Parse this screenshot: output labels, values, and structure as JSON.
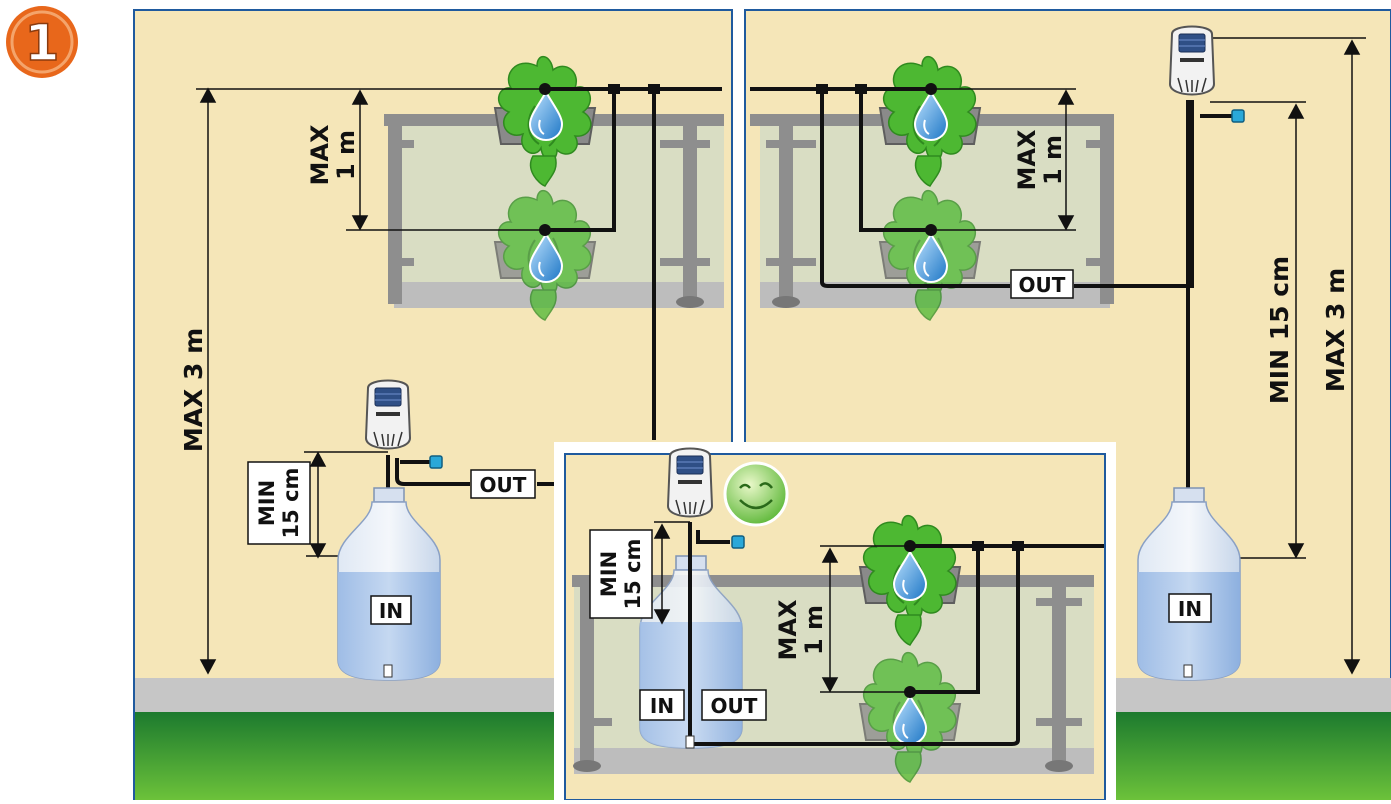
{
  "step_number": "1",
  "colors": {
    "wall": "#f5e6b8",
    "panel_border": "#1f5a9e",
    "grass_dark": "#1c7a2e",
    "grass_light": "#5cb82f",
    "floor": "#c6c6c6",
    "railing": "#8e8e8e",
    "glass": "#d6dcc4",
    "pipe": "#111111",
    "bottle": "#b9cde6",
    "water": "#a9c4e8",
    "step_badge": "#e8671b",
    "plant": "#4db832",
    "drop": "#2f8fd6",
    "tap": "#2aa8d8",
    "smiley": "#7fcf4a"
  },
  "panel_left": {
    "max_height_label": "MAX  3 m",
    "max_height_between_label": "MAX\n1 m",
    "min_label": "MIN\n15 cm",
    "out_label": "OUT",
    "in_label": "IN"
  },
  "panel_right": {
    "max_height_label": "MAX  3 m",
    "max_height_between_label": "MAX\n1 m",
    "min_label": "MIN 15 cm",
    "out_label": "OUT",
    "in_label": "IN"
  },
  "panel_inset": {
    "max_height_between_label": "MAX\n1 m",
    "min_label": "MIN\n15 cm",
    "out_label": "OUT",
    "in_label": "IN",
    "status_icon": "smiley-icon"
  },
  "device_icon": "irrigation-timer-icon",
  "plant_icon": "plant-pot-icon",
  "drop_icon": "water-drop-icon"
}
